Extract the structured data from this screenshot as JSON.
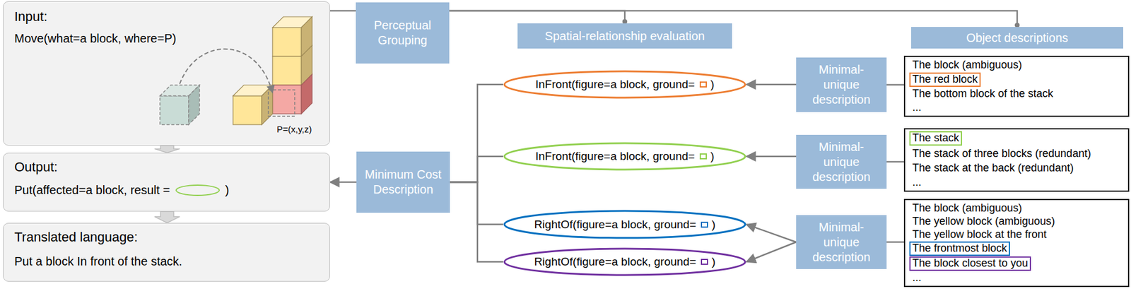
{
  "diagram": {
    "nodes": [
      {
        "text": [
          "Input:",
          "Move(what=a block, where=P)"
        ]
      },
      {
        "text": [
          "Perceptual Grouping"
        ]
      },
      {
        "text": [
          "Spatial-relationship evaluation"
        ]
      },
      {
        "text": [
          "Object descriptions"
        ]
      },
      {
        "text": [
          "Output:",
          "Put(affected=a block, result =",
          ")"
        ]
      },
      {
        "text": [
          "Translated language:",
          "Put a block In front of the stack."
        ]
      },
      {
        "text": [
          "Minimum Cost Description"
        ]
      },
      {
        "text": [
          "InFront(figure=a block, ground=",
          ")"
        ]
      },
      {
        "text": [
          "Minimal-unique description"
        ]
      },
      {
        "text": [
          "The block (ambiguous)",
          "The bottom block of the stack",
          "..."
        ]
      },
      {
        "text": [
          "The red block"
        ],
        "in": 9
      },
      {
        "text": [
          "InFront(figure=a block, ground=",
          ")"
        ]
      },
      {
        "text": [
          "Minimal-unique description"
        ]
      },
      {
        "text": [
          "The stack of three blocks (redundant)",
          "The stack at the back (redundant)",
          "..."
        ]
      },
      {
        "text": [
          "The stack"
        ],
        "in": 13
      },
      {
        "text": [
          "RightOf(figure=a block, ground=",
          ")"
        ]
      },
      {
        "text": [
          "RightOf(figure=a block, ground=",
          ")"
        ]
      },
      {
        "text": [
          "Minimal-unique description"
        ]
      },
      {
        "text": [
          "The block (ambiguous)",
          "The yellow block (ambiguous)",
          "The yellow block at the front",
          "..."
        ]
      },
      {
        "text": [
          "The frontmost block"
        ],
        "in": 18
      },
      {
        "text": [
          "The block closest to you"
        ],
        "in": 18
      }
    ],
    "edges": [
      {
        "from": 0,
        "to": 1,
        "arrow": "none"
      },
      {
        "from": 1,
        "to": 2,
        "arrow": "none"
      },
      {
        "from": 1,
        "to": 3,
        "arrow": "none"
      },
      {
        "from": 0,
        "to": 4,
        "arrow": "to"
      },
      {
        "from": 4,
        "to": 5,
        "arrow": "to"
      },
      {
        "from": 6,
        "to": 4,
        "arrow": "to"
      },
      {
        "from": 7,
        "to": 6,
        "arrow": "none"
      },
      {
        "from": 11,
        "to": 6,
        "arrow": "none"
      },
      {
        "from": 15,
        "to": 6,
        "arrow": "none"
      },
      {
        "from": 16,
        "to": 6,
        "arrow": "none"
      },
      {
        "from": 8,
        "to": 7,
        "arrow": "to"
      },
      {
        "from": 9,
        "to": 8,
        "arrow": "none"
      },
      {
        "from": 12,
        "to": 11,
        "arrow": "to"
      },
      {
        "from": 13,
        "to": 12,
        "arrow": "none"
      },
      {
        "from": 17,
        "to": 15,
        "arrow": "to"
      },
      {
        "from": 17,
        "to": 16,
        "arrow": "to"
      },
      {
        "from": 18,
        "to": 17,
        "arrow": "none"
      }
    ],
    "labels": [
      "P=(x,y,z)"
    ]
  }
}
